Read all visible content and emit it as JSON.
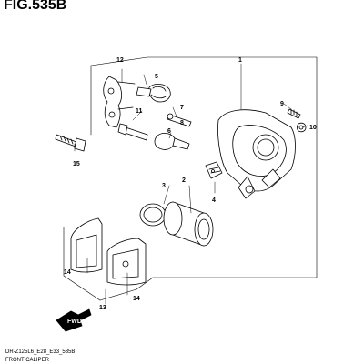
{
  "figure": {
    "title": "FIG.535B",
    "code": "DR-Z125L6_E28_E33_535B",
    "caption": "FRONT CALIPER"
  },
  "callouts": [
    "1",
    "2",
    "3",
    "4",
    "5",
    "6",
    "7",
    "8",
    "9",
    "10",
    "11",
    "12",
    "13",
    "14",
    "14",
    "15"
  ],
  "fwd_label": "FWD"
}
